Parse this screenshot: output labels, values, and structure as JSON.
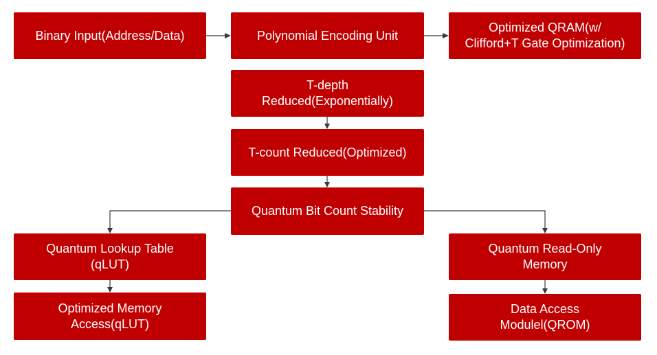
{
  "diagram": {
    "nodes": {
      "binary_input": [
        "Binary Input(Address/Data)"
      ],
      "polynomial_encoding": [
        "Polynomial Encoding Unit"
      ],
      "optimized_qram": [
        "Optimized QRAM(w/",
        "Clifford+T Gate Optimization)"
      ],
      "t_depth": [
        "T-depth",
        "Reduced(Exponentially)"
      ],
      "t_count": [
        "T-count Reduced(Optimized)"
      ],
      "qubit_stability": [
        "Quantum Bit Count Stability"
      ],
      "qlut": [
        "Quantum Lookup Table",
        "(qLUT)"
      ],
      "optimized_memory": [
        "Optimized Memory",
        "Access(qLUT)"
      ],
      "qrom": [
        "Quantum Read-Only",
        "Memory"
      ],
      "data_access": [
        "Data Access",
        "Modulel(QROM)"
      ]
    },
    "colors": {
      "node_fill": "#c00000",
      "node_text": "#ffffff",
      "connector": "#3a3a3a"
    }
  }
}
